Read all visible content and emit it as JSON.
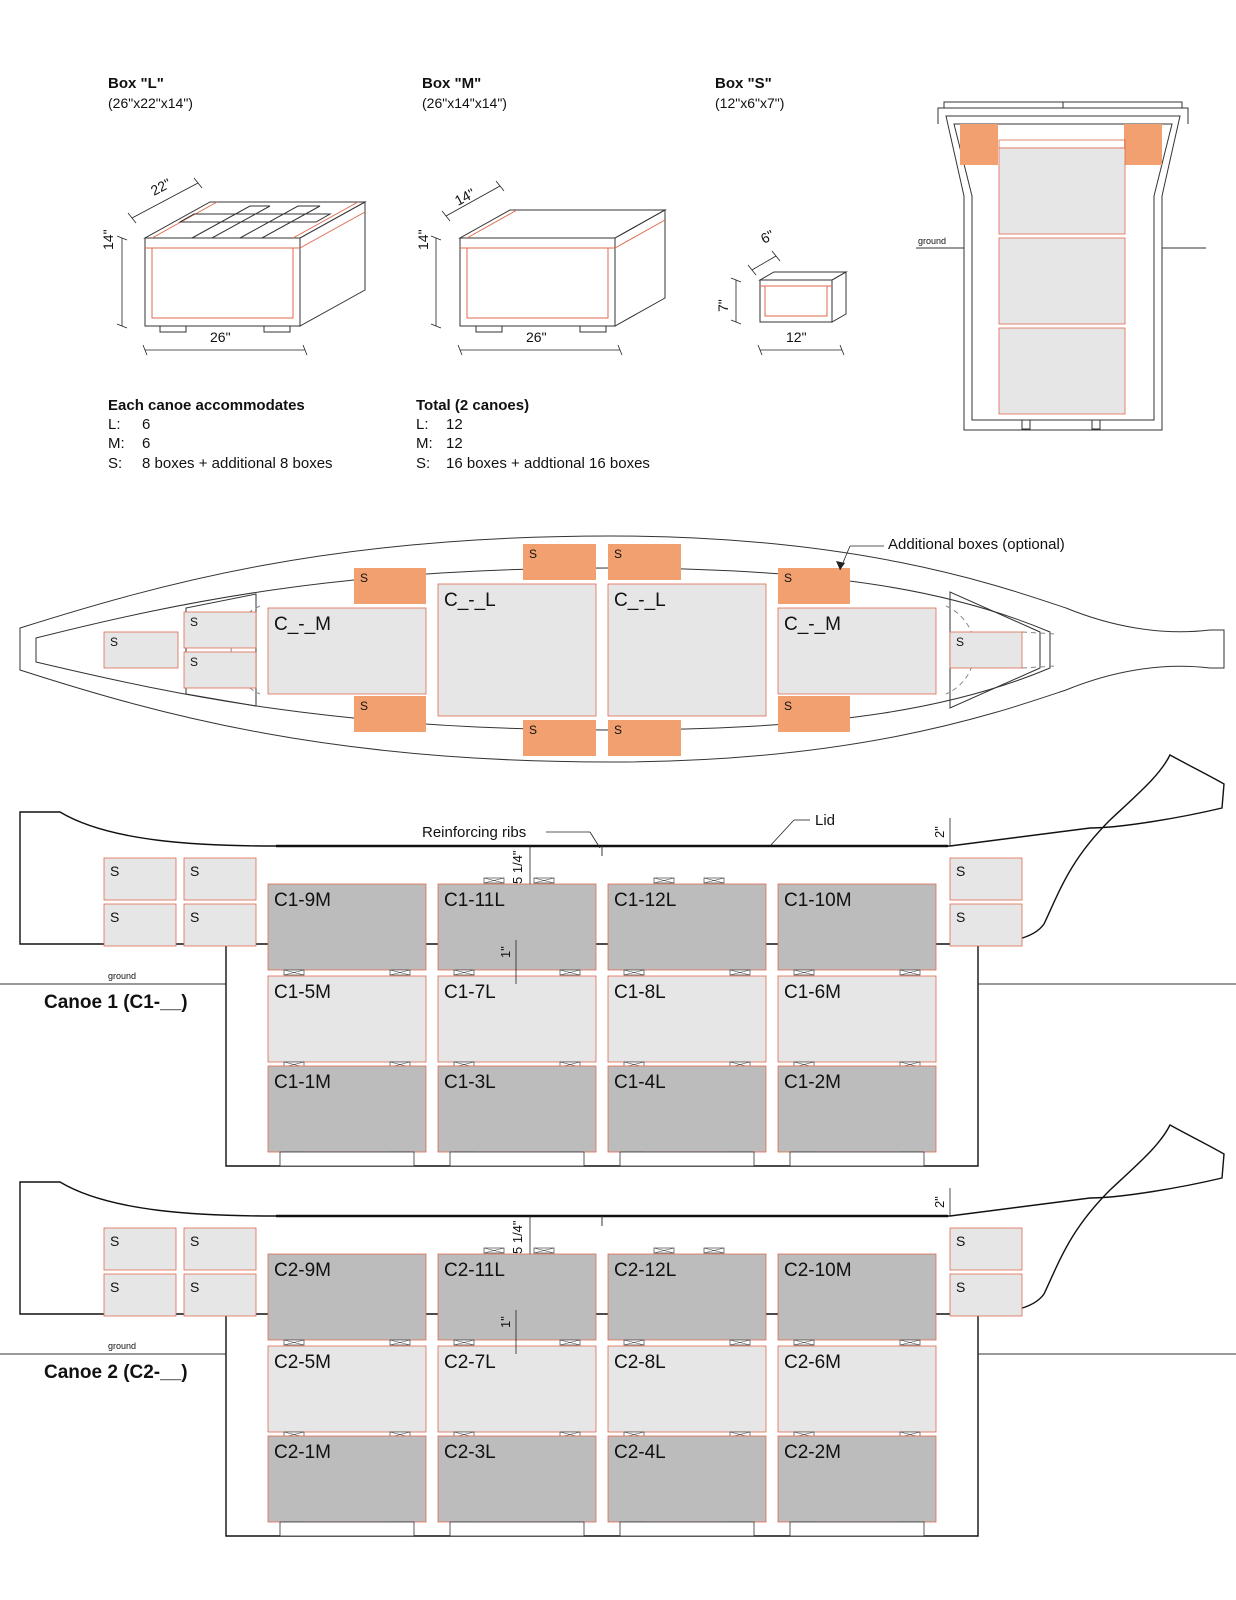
{
  "box_types": {
    "l": {
      "title": "Box \"L\"",
      "dims": "(26\"x22\"x14\")",
      "width": "22\"",
      "height": "14\"",
      "length": "26\""
    },
    "m": {
      "title": "Box \"M\"",
      "dims": "(26\"x14\"x14\")",
      "width": "14\"",
      "height": "14\"",
      "length": "26\""
    },
    "s": {
      "title": "Box \"S\"",
      "dims": "(12\"x6\"x7\")",
      "width": "6\"",
      "height": "7\"",
      "length": "12\""
    }
  },
  "per_canoe": {
    "title": "Each canoe accommodates",
    "rows": [
      {
        "k": "L:",
        "v": "6"
      },
      {
        "k": "M:",
        "v": "6"
      },
      {
        "k": "S:",
        "v": "8 boxes + additional 8 boxes"
      }
    ]
  },
  "total": {
    "title": "Total (2 canoes)",
    "rows": [
      {
        "k": "L:",
        "v": "12"
      },
      {
        "k": "M:",
        "v": "12"
      },
      {
        "k": "S:",
        "v": "16 boxes + addtional 16 boxes"
      }
    ]
  },
  "section": {
    "ground": "ground"
  },
  "plan": {
    "additional_label": "Additional boxes (optional)",
    "s_label": "S",
    "box_labels": [
      "C_-_M",
      "C_-_L",
      "C_-_L",
      "C_-_M"
    ]
  },
  "labels": {
    "ground": "ground",
    "reinforcing_ribs": "Reinforcing ribs",
    "lid": "Lid",
    "gap_top": "2\"",
    "gap_rib": "5 1/4\"",
    "gap_between": "1\"",
    "s": "S"
  },
  "canoes": [
    {
      "title": "Canoe 1 (C1-__)",
      "rows": [
        [
          "C1-9M",
          "C1-11L",
          "C1-12L",
          "C1-10M"
        ],
        [
          "C1-5M",
          "C1-7L",
          "C1-8L",
          "C1-6M"
        ],
        [
          "C1-1M",
          "C1-3L",
          "C1-4L",
          "C1-2M"
        ]
      ]
    },
    {
      "title": "Canoe 2 (C2-__)",
      "rows": [
        [
          "C2-9M",
          "C2-11L",
          "C2-12L",
          "C2-10M"
        ],
        [
          "C2-5M",
          "C2-7L",
          "C2-8L",
          "C2-6M"
        ],
        [
          "C2-1M",
          "C2-3L",
          "C2-4L",
          "C2-2M"
        ]
      ]
    }
  ],
  "colors": {
    "orange": "#f2a06f",
    "light_grey": "#e6e6e6",
    "dark_grey": "#bcbcbc",
    "red_line": "#e06a4f"
  }
}
